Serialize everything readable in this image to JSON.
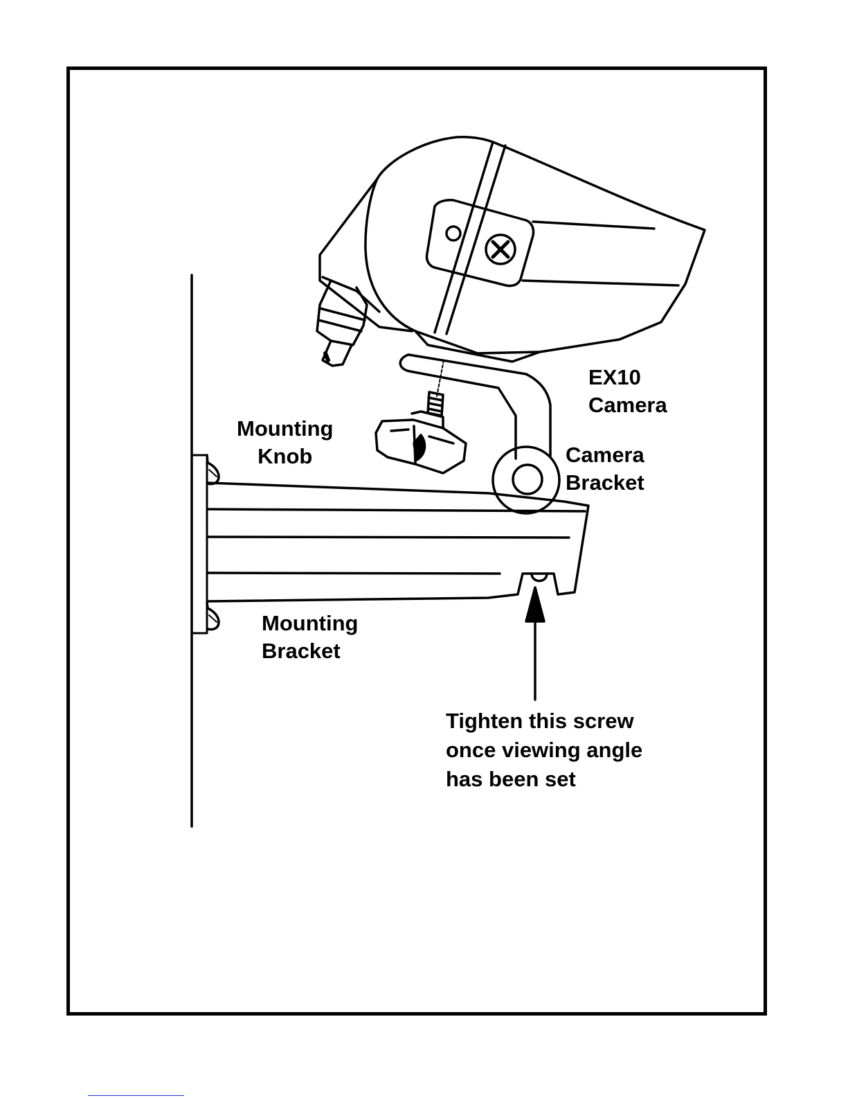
{
  "labels": {
    "camera": [
      "EX10",
      "Camera"
    ],
    "mounting_knob": [
      "Mounting",
      "Knob"
    ],
    "camera_bracket": [
      "Camera",
      "Bracket"
    ],
    "mounting_bracket": [
      "Mounting",
      "Bracket"
    ],
    "instruction": [
      "Tighten this screw",
      "once viewing angle",
      "has been set"
    ]
  },
  "colors": {
    "ink": "#000000",
    "paper": "#ffffff",
    "footer_rule": "#1a33cc"
  }
}
